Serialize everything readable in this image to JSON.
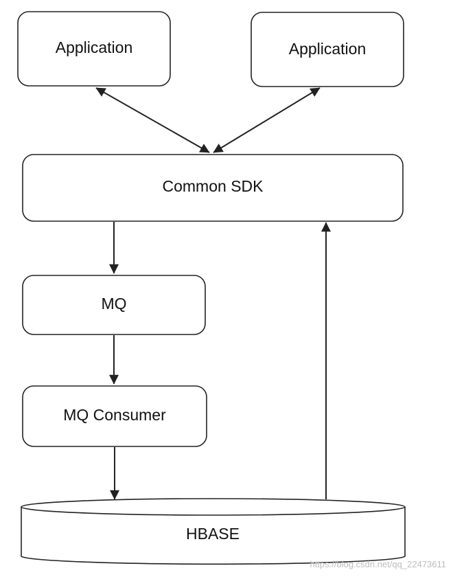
{
  "diagram": {
    "nodes": {
      "app_left": {
        "label": "Application"
      },
      "app_right": {
        "label": "Application"
      },
      "common_sdk": {
        "label": "Common SDK"
      },
      "mq": {
        "label": "MQ"
      },
      "mq_consumer": {
        "label": "MQ Consumer"
      },
      "hbase": {
        "label": "HBASE"
      }
    },
    "edges": [
      {
        "from": "app_left",
        "to": "common_sdk",
        "direction": "bidirectional"
      },
      {
        "from": "app_right",
        "to": "common_sdk",
        "direction": "bidirectional"
      },
      {
        "from": "common_sdk",
        "to": "mq",
        "direction": "forward"
      },
      {
        "from": "mq",
        "to": "mq_consumer",
        "direction": "forward"
      },
      {
        "from": "mq_consumer",
        "to": "hbase",
        "direction": "forward"
      },
      {
        "from": "hbase",
        "to": "common_sdk",
        "direction": "forward"
      }
    ],
    "watermark": "https://blog.csdn.net/qq_22473611"
  },
  "colors": {
    "stroke": "#222222",
    "fill": "#ffffff",
    "text": "#111111",
    "watermark": "#bdbdbd"
  }
}
